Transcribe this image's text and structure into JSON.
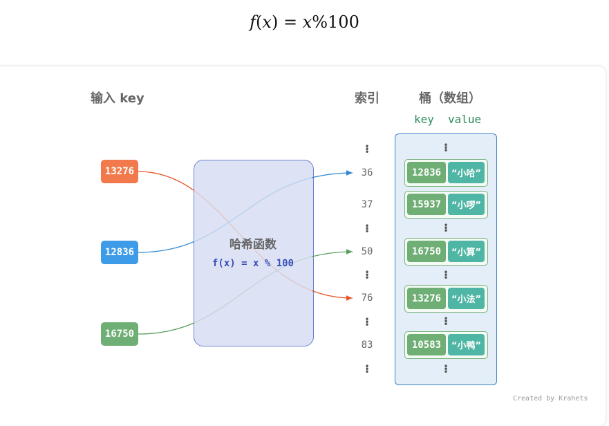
{
  "formula": {
    "f": "f",
    "open": "(",
    "x": "x",
    "close": ")",
    "eq": " = ",
    "rhs_var": "x",
    "rhs": "%100"
  },
  "headings": {
    "input": "输入 key",
    "index": "索引",
    "bucket": "桶（数组）",
    "key_col": "key",
    "value_col": "value"
  },
  "inputs": [
    {
      "key": "13276",
      "color": "#f2794b"
    },
    {
      "key": "12836",
      "color": "#3d9be8"
    },
    {
      "key": "16750",
      "color": "#6fae74"
    }
  ],
  "hash_function": {
    "title": "哈希函数",
    "expression": "f(x) = x % 100"
  },
  "indices": [
    "36",
    "37",
    "50",
    "76",
    "83"
  ],
  "buckets": [
    {
      "key": "12836",
      "value": "“小哈”"
    },
    {
      "key": "15937",
      "value": "“小啰”"
    },
    {
      "key": "16750",
      "value": "“小算”"
    },
    {
      "key": "13276",
      "value": "“小法”"
    },
    {
      "key": "10583",
      "value": "“小鸭”"
    }
  ],
  "mappings": [
    {
      "from": "13276",
      "to": "76",
      "color": "#e8562a"
    },
    {
      "from": "12836",
      "to": "36",
      "color": "#2d86cf"
    },
    {
      "from": "16750",
      "to": "50",
      "color": "#5a9e5f"
    }
  ],
  "credit": "Created by Krahets"
}
